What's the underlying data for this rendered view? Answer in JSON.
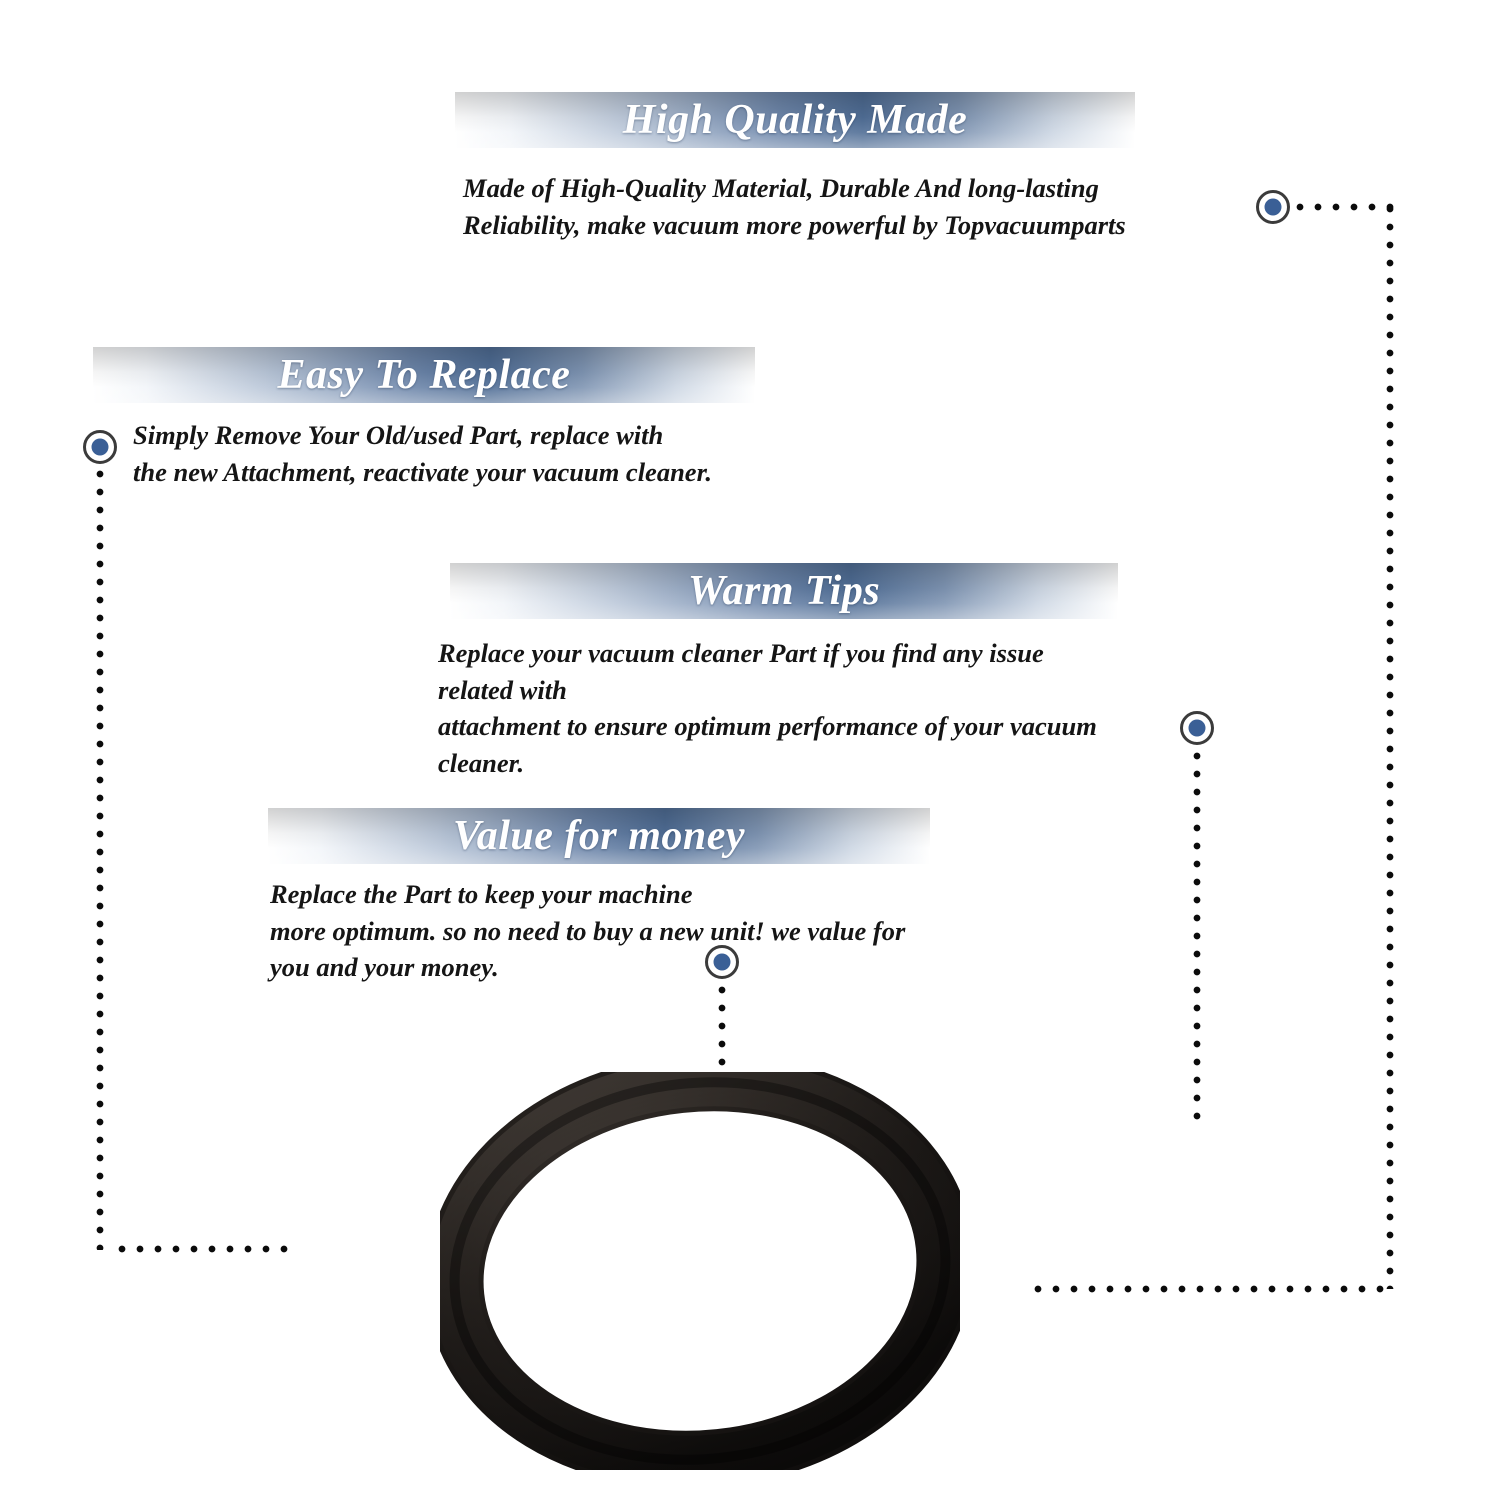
{
  "brand": "Topvacuumparts",
  "colors": {
    "bar_blue": "#4f6d95",
    "marker_fill": "#3a5f96",
    "marker_ring": "#3b3b3b",
    "dot": "#0b0b0b",
    "body_text": "#151515",
    "background": "#ffffff"
  },
  "features": [
    {
      "title": "High Quality Made",
      "body": "Made of  High-Quality Material, Durable And long-lasting\nReliability, make vacuum more powerful by Topvacuumparts"
    },
    {
      "title": "Easy To Replace",
      "body": "Simply Remove Your Old/used Part, replace with\nthe new Attachment, reactivate your vacuum cleaner."
    },
    {
      "title": "Warm Tips",
      "body": "Replace your vacuum cleaner Part if you find any issue related with\n attachment to ensure optimum performance of your vacuum cleaner."
    },
    {
      "title": "Value for money",
      "body": "Replace the Part to keep your machine\nmore optimum. so no need to buy a new unit! we value for\nyou and your money."
    }
  ],
  "product": {
    "name": "vacuum cleaner o-ring belt",
    "color": "#171412"
  }
}
